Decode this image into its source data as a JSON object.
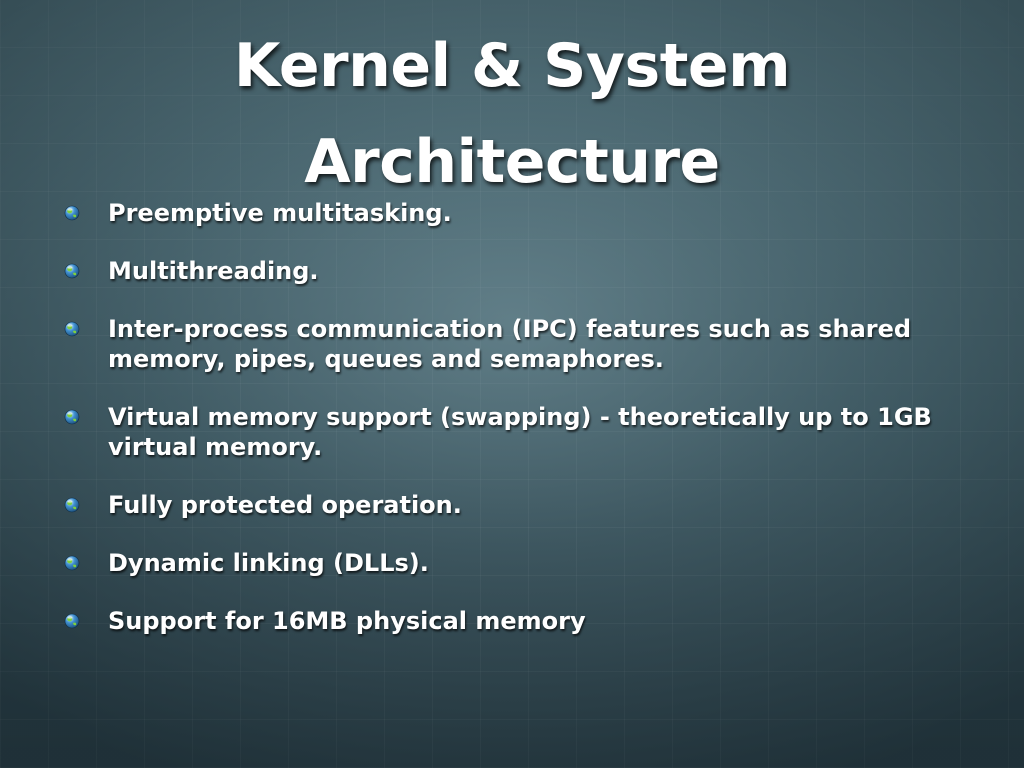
{
  "slide": {
    "title_lines": [
      "Kernel & System",
      "Architecture"
    ],
    "bullet_icon": "globe-bullet-icon",
    "bullets": [
      "Preemptive multitasking.",
      "Multithreading.",
      "Inter-process communication (IPC) features such as shared memory, pipes, queues and semaphores.",
      "Virtual memory support (swapping) - theoretically up to 1GB virtual memory.",
      "Fully protected operation.",
      "Dynamic linking (DLLs).",
      "Support for 16MB physical memory"
    ]
  },
  "colors": {
    "background": "#4b6a73",
    "text": "#ffffff",
    "bullet_green": "#6fbf3a",
    "bullet_blue": "#2f7fc4"
  }
}
